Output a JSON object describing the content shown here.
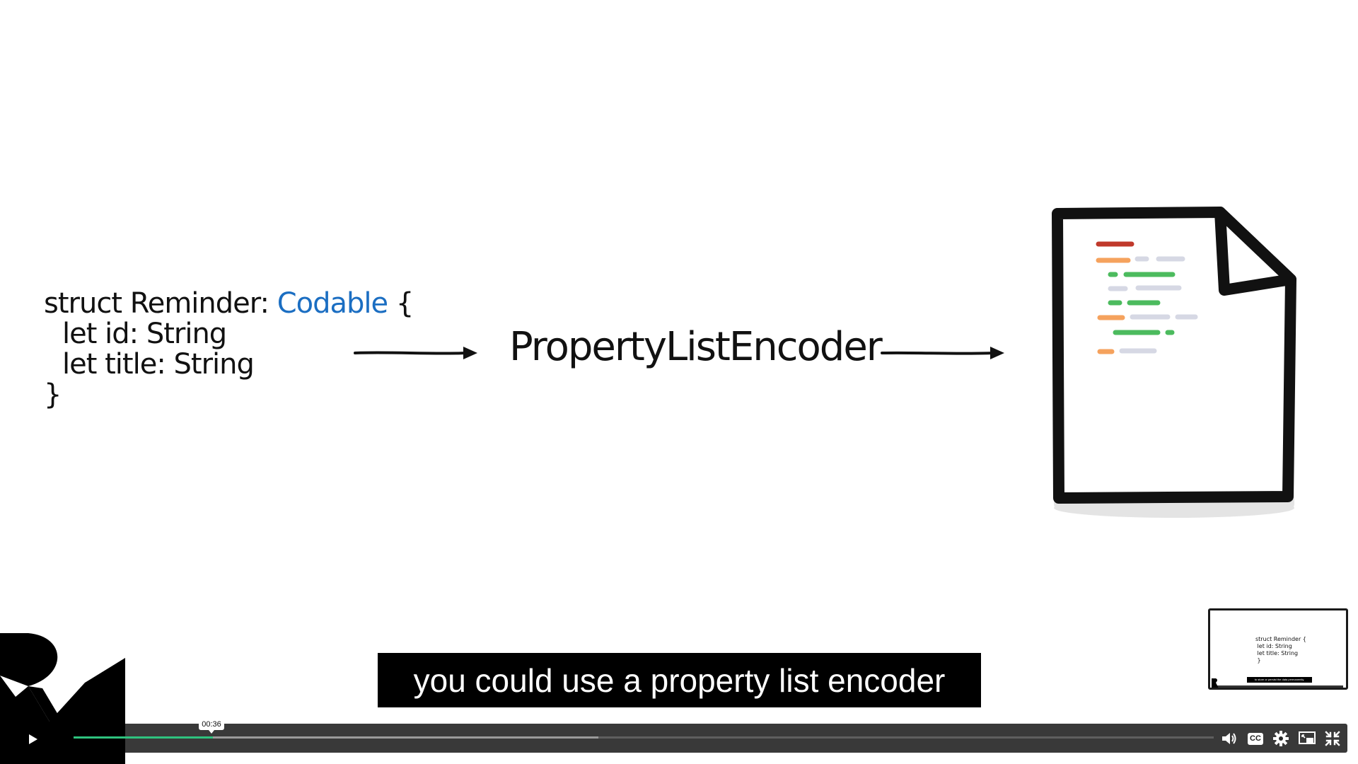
{
  "slide": {
    "code_lines": [
      {
        "text": "struct Reminder: ",
        "keyword": "Codable",
        "suffix": " {"
      },
      {
        "text": "let id: String"
      },
      {
        "text": "let title: String"
      },
      {
        "text": "}"
      }
    ],
    "encoder_label": "PropertyListEncoder",
    "document_icon": "plist-document-icon"
  },
  "subtitle": {
    "text": "you could use a property list encoder"
  },
  "thumbnail": {
    "code_lines": [
      "struct Reminder {",
      " let id: String",
      " let title: String",
      " }"
    ],
    "subtitle": "to store or persist the data permanently."
  },
  "player": {
    "time_tooltip": "00:36",
    "progress_played": 0.122,
    "progress_buffered": 0.46,
    "controls": [
      "play-icon",
      "volume-icon",
      "captions-icon",
      "settings-icon",
      "pip-icon",
      "exit-fullscreen-icon"
    ],
    "captions_label": "CC",
    "accent_color": "#2ec27e"
  },
  "colors": {
    "keyword": "#1b6ec2",
    "doc_lines": [
      "#c0392b",
      "#f5a25d",
      "#d6d8e4",
      "#4cbb5e"
    ]
  }
}
